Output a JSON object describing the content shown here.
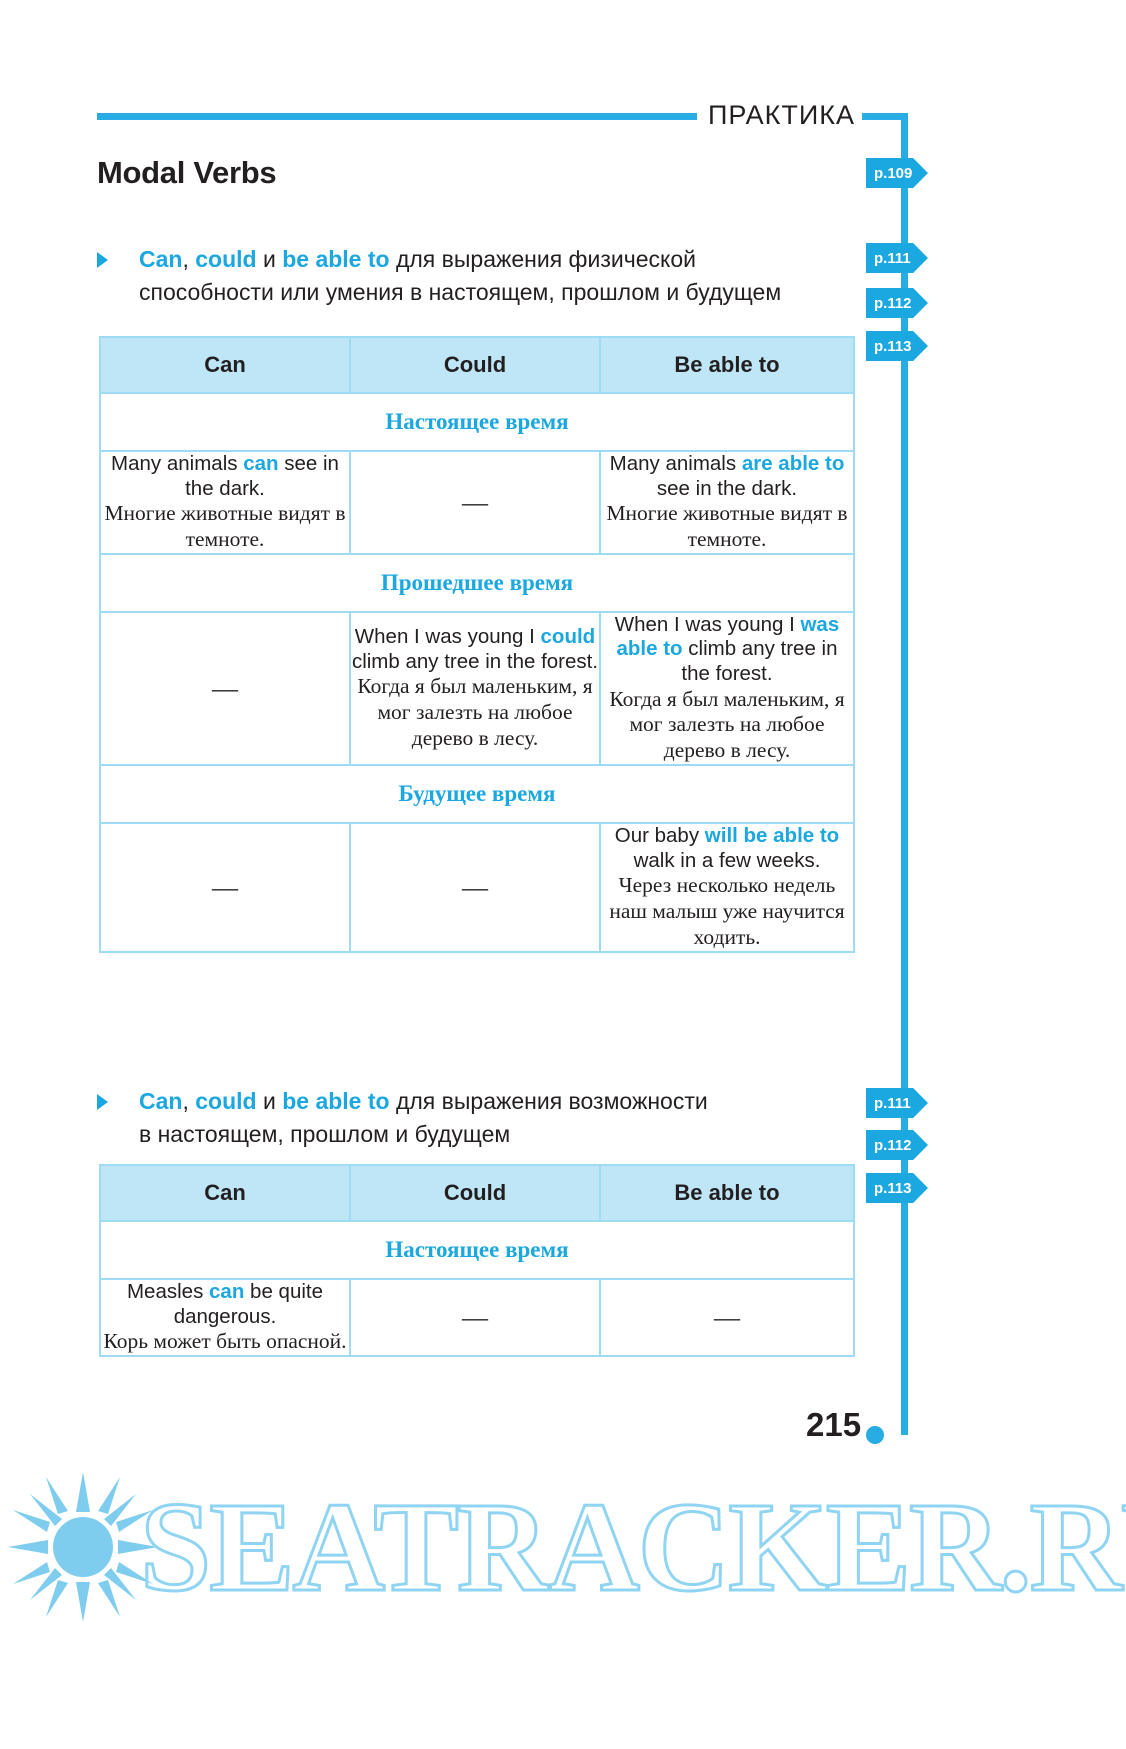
{
  "header": {
    "section_label": "ПРАКТИКА",
    "title": "Modal Verbs"
  },
  "page_tabs_top": [
    {
      "label": "p.109"
    },
    {
      "label": "p.111"
    },
    {
      "label": "p.112"
    },
    {
      "label": "p.113"
    }
  ],
  "page_tabs_bottom": [
    {
      "label": "p.111"
    },
    {
      "label": "p.112"
    },
    {
      "label": "p.113"
    }
  ],
  "bullets": [
    {
      "line1_bold_1": "Can",
      "line1_sep_1": ", ",
      "line1_bold_2": "could",
      "line1_sep_2": " и ",
      "line1_bold_3": "be able to",
      "line1_rest": " для выражения физической",
      "line2": "способности или умения в настоящем, прошлом и будущем"
    },
    {
      "line1_bold_1": "Can",
      "line1_sep_1": ", ",
      "line1_bold_2": "could",
      "line1_sep_2": " и ",
      "line1_bold_3": "be able to",
      "line1_rest": " для выражения возможности",
      "line2": "в настоящем, прошлом и будущем"
    }
  ],
  "table1": {
    "headers": [
      "Can",
      "Could",
      "Be able to"
    ],
    "sections": [
      {
        "tense": "Настоящее время",
        "cells": [
          {
            "en_pre": "Many animals ",
            "en_bold": "can",
            "en_post": " see in the dark.",
            "ru": "Многие животные видят в темноте."
          },
          {
            "dash": "—"
          },
          {
            "en_pre": "Many animals ",
            "en_bold": "are able to",
            "en_post": " see in the dark.",
            "ru": "Многие животные видят в темноте."
          }
        ]
      },
      {
        "tense": "Прошедшее время",
        "cells": [
          {
            "dash": "—"
          },
          {
            "en_pre": "When I was young I ",
            "en_bold": "could",
            "en_post": " climb any tree in the forest.",
            "ru": "Когда я был маленьким, я мог залезть на любое дерево в лесу."
          },
          {
            "en_pre": "When I was young I ",
            "en_bold": "was able to",
            "en_post": " climb any tree in the forest.",
            "ru": "Когда я был маленьким, я мог залезть на любое дерево в лесу."
          }
        ]
      },
      {
        "tense": "Будущее время",
        "cells": [
          {
            "dash": "—"
          },
          {
            "dash": "—"
          },
          {
            "en_pre": "Our baby ",
            "en_bold": "will be able to",
            "en_post": " walk in a few weeks.",
            "ru": "Через несколько недель наш малыш уже научится ходить."
          }
        ]
      }
    ]
  },
  "table2": {
    "headers": [
      "Can",
      "Could",
      "Be able to"
    ],
    "sections": [
      {
        "tense": "Настоящее время",
        "cells": [
          {
            "en_pre": "Measles ",
            "en_bold": "can",
            "en_post": " be quite dangerous.",
            "ru": "Корь может быть опасной."
          },
          {
            "dash": "—"
          },
          {
            "dash": "—"
          }
        ]
      }
    ]
  },
  "page_number": "215",
  "watermark": {
    "text": "SEATRACKER.RU"
  },
  "colors": {
    "accent": "#1ba7e0",
    "rule": "#27ace3",
    "header_bg": "#bfe6f7",
    "border": "#9ddcf4",
    "text": "#231f20"
  }
}
